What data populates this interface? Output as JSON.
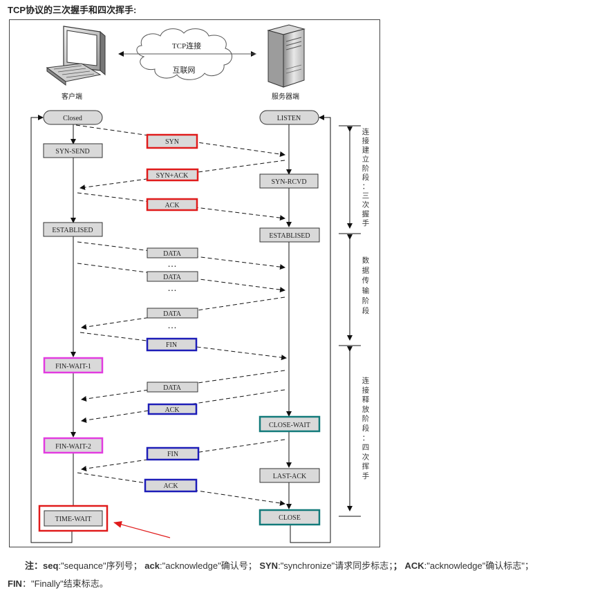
{
  "heading": "TCP协议的三次握手和四次挥手:",
  "diagram": {
    "client_label": "客户端",
    "server_label": "服务器端",
    "cloud_top": "TCP连接",
    "cloud_bottom": "互联网",
    "client_states": {
      "closed": "Closed",
      "syn_send": "SYN-SEND",
      "established": "ESTABLISED",
      "fin_wait_1": "FIN-WAIT-1",
      "fin_wait_2": "FIN-WAIT-2",
      "time_wait": "TIME-WAIT"
    },
    "server_states": {
      "listen": "LISTEN",
      "syn_rcvd": "SYN-RCVD",
      "established": "ESTABLISED",
      "close_wait": "CLOSE-WAIT",
      "last_ack": "LAST-ACK",
      "close": "CLOSE"
    },
    "messages": {
      "syn": "SYN",
      "syn_ack": "SYN+ACK",
      "ack1": "ACK",
      "data1": "DATA",
      "data2": "DATA",
      "data3": "DATA",
      "fin1": "FIN",
      "data4": "DATA",
      "ack2": "ACK",
      "fin2": "FIN",
      "ack3": "ACK"
    },
    "ellipsis": "…",
    "phases": {
      "connect": [
        "连",
        "接",
        "建",
        "立",
        "阶",
        "段",
        "：",
        "三",
        "次",
        "握",
        "手"
      ],
      "transfer": [
        "数",
        "据",
        "传",
        "输",
        "阶",
        "段"
      ],
      "release": [
        "连",
        "接",
        "释",
        "放",
        "阶",
        "段",
        "：",
        "四",
        "次",
        "挥",
        "手"
      ]
    },
    "colors": {
      "red": "#e01b1b",
      "blue": "#1d1db8",
      "magenta": "#e23be0",
      "teal": "#127a7a",
      "state_fill": "#d9d9d9"
    }
  },
  "note": {
    "prefix": "注：",
    "seq_key": "seq",
    "seq_val": ":\"sequance\"序列号；",
    "ack_key": "ack",
    "ack_val": ":\"acknowledge\"确认号；",
    "syn_key": "SYN",
    "syn_val": ":\"synchronize\"请求同步标志；",
    "semicolon": "；",
    "ackf_key": "ACK",
    "ackf_val": ":\"acknowledge\"确认标志\"；",
    "fin_key": "FIN",
    "fin_val": "：\"Finally\"结束标志。"
  }
}
